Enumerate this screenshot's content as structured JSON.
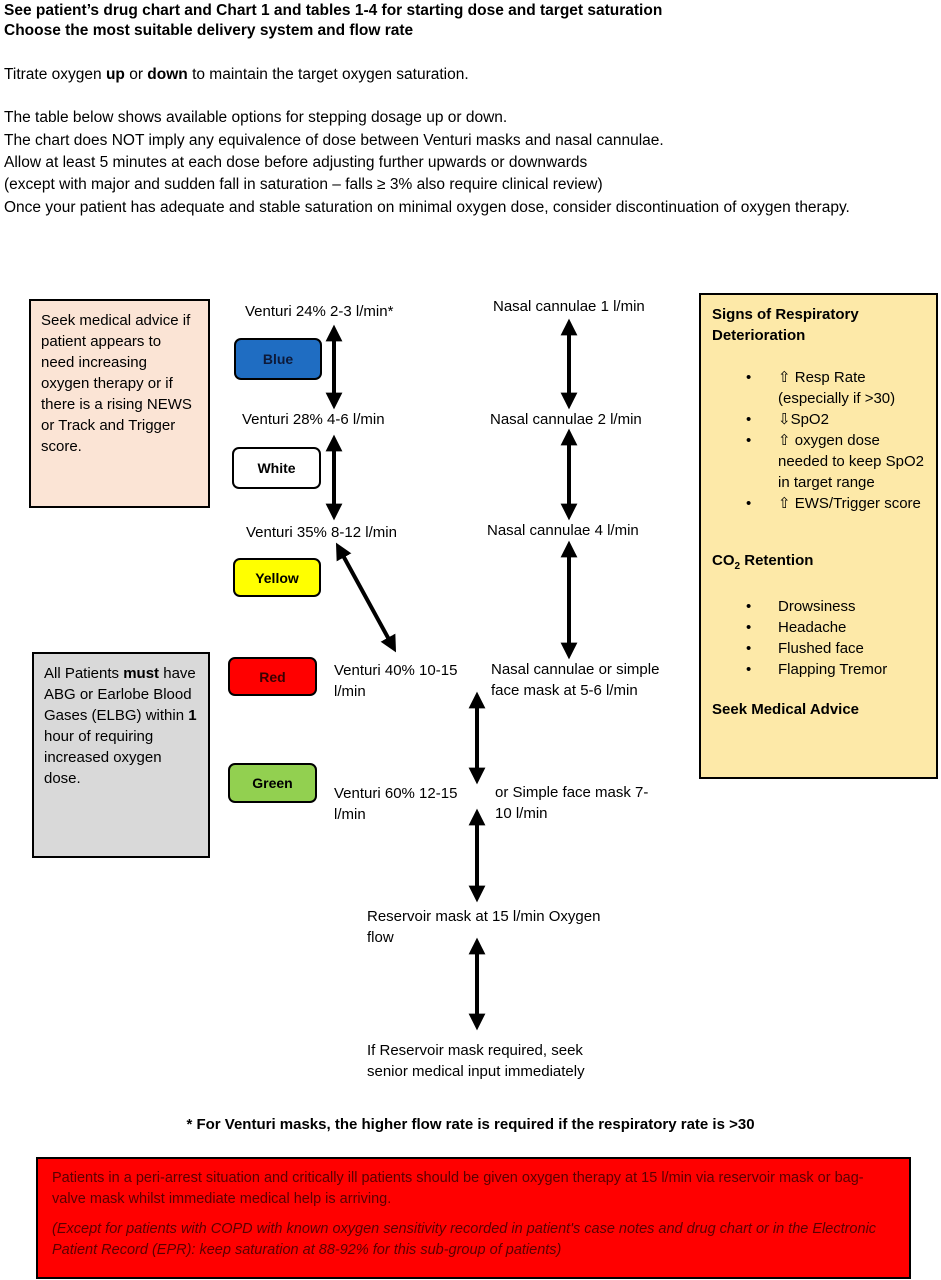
{
  "header": {
    "line1": "See patient’s drug chart and Chart 1 and tables 1-4 for starting dose and target saturation",
    "line2": "Choose the most suitable delivery system and flow rate",
    "titrate_pre": "Titrate oxygen ",
    "titrate_up": "up",
    "titrate_or": " or ",
    "titrate_down": "down",
    "titrate_post": " to maintain the target oxygen saturation.",
    "para": [
      "The table below shows available options for stepping dosage up or down.",
      "The chart does NOT imply any equivalence of dose between Venturi masks and nasal cannulae.",
      "Allow at least 5 minutes at each dose before adjusting further upwards or downwards",
      "(except with major and sudden fall in saturation – falls ≥ 3% also require clinical review)",
      "Once your patient has adequate and stable saturation on minimal oxygen dose, consider discontinuation of oxygen therapy."
    ]
  },
  "left_box_1": "Seek medical advice if patient appears to need increasing oxygen therapy or if there is a rising NEWS or Track and Trigger score.",
  "left_box_2": {
    "a": "All Patients ",
    "b": "must",
    "c": " have ABG or Earlobe Blood Gases (ELBG) within ",
    "d": "1",
    "e": " hour of requiring increased oxygen dose."
  },
  "venturi": [
    {
      "color_label": "Blue",
      "color": "#1f6dc2",
      "text": "Venturi 24% 2-3 l/min*"
    },
    {
      "color_label": "White",
      "color": "#ffffff",
      "text": "Venturi 28% 4-6 l/min"
    },
    {
      "color_label": "Yellow",
      "color": "#ffff00",
      "text": "Venturi 35% 8-12 l/min"
    },
    {
      "color_label": "Red",
      "color": "#ff0000",
      "text": "Venturi 40% 10-15 l/min"
    },
    {
      "color_label": "Green",
      "color": "#92d050",
      "text": "Venturi 60% 12-15 l/min"
    }
  ],
  "nasal": [
    "Nasal cannulae 1 l/min",
    "Nasal cannulae 2 l/min",
    "Nasal cannulae  4 l/min",
    "Nasal cannulae or simple face mask at 5-6 l/min",
    "or Simple face mask 7-10 l/min"
  ],
  "reservoir": "Reservoir mask at 15 l/min Oxygen flow",
  "reservoir_required": "If Reservoir mask required, seek senior medical input immediately",
  "signs_box": {
    "title": "Signs of Respiratory Deterioration",
    "items": [
      "⇧ Resp Rate (especially if >30)",
      "⇩SpO2",
      "⇧ oxygen dose needed to keep SpO2 in target range",
      "⇧ EWS/Trigger score"
    ],
    "co2_title_a": "CO",
    "co2_title_sub": "2",
    "co2_title_b": " Retention",
    "co2_items": [
      "Drowsiness",
      "Headache",
      "Flushed face",
      "Flapping Tremor"
    ],
    "advice": "Seek Medical Advice"
  },
  "footnote": "* For Venturi masks, the higher flow rate is required if the respiratory rate is >30",
  "red_box": {
    "p1": "Patients in a peri-arrest situation and critically ill patients should be given oxygen therapy at 15 l/min via reservoir mask or bag-valve mask whilst immediate medical help is arriving.",
    "p2": "(Except for patients with COPD with known oxygen sensitivity recorded in patient's case notes and drug chart or in the Electronic Patient Record (EPR): keep saturation at 88-92% for this sub-group of patients)"
  },
  "colors": {
    "salmon": "#fbe4d5",
    "grey": "#d9d9d9",
    "cream": "#fde9a8",
    "alert_red": "#ff0000",
    "alert_text": "#5a0000"
  }
}
